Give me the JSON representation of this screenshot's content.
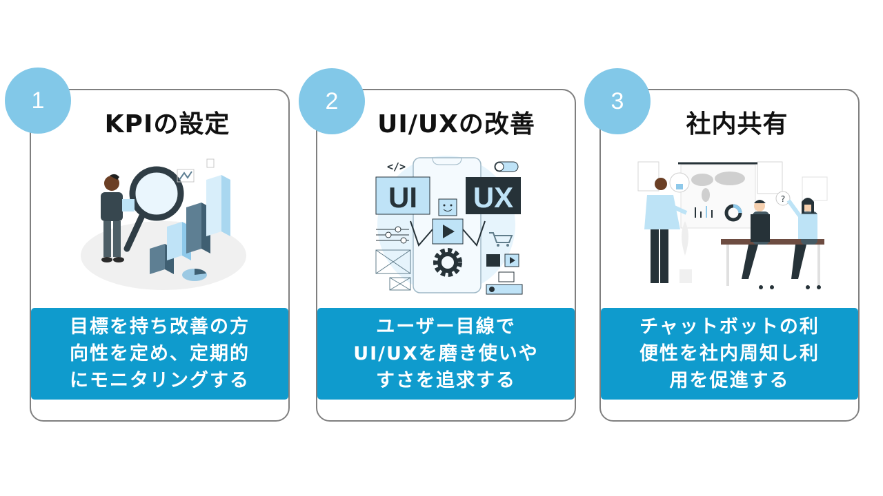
{
  "colors": {
    "badge": "#82c8e8",
    "band": "#0f9bcd",
    "card_border": "#7f7f7f",
    "title_text": "#111111",
    "band_text": "#ffffff"
  },
  "cards": [
    {
      "number": "1",
      "title": "KPIの設定",
      "illustration": "person-with-magnifying-glass-and-bar-chart",
      "description_lines": [
        "目標を持ち改善の方",
        "向性を定め、定期的",
        "にモニタリングする"
      ]
    },
    {
      "number": "2",
      "title": "UI/UXの改善",
      "illustration": "ui-ux-robot-smartphone",
      "description_lines": [
        "ユーザー目線で",
        "UI/UXを磨き使いや",
        "すさを追求する"
      ]
    },
    {
      "number": "3",
      "title": "社内共有",
      "illustration": "team-meeting-presentation",
      "description_lines": [
        "チャットボットの利",
        "便性を社内周知し利",
        "用を促進する"
      ]
    }
  ]
}
